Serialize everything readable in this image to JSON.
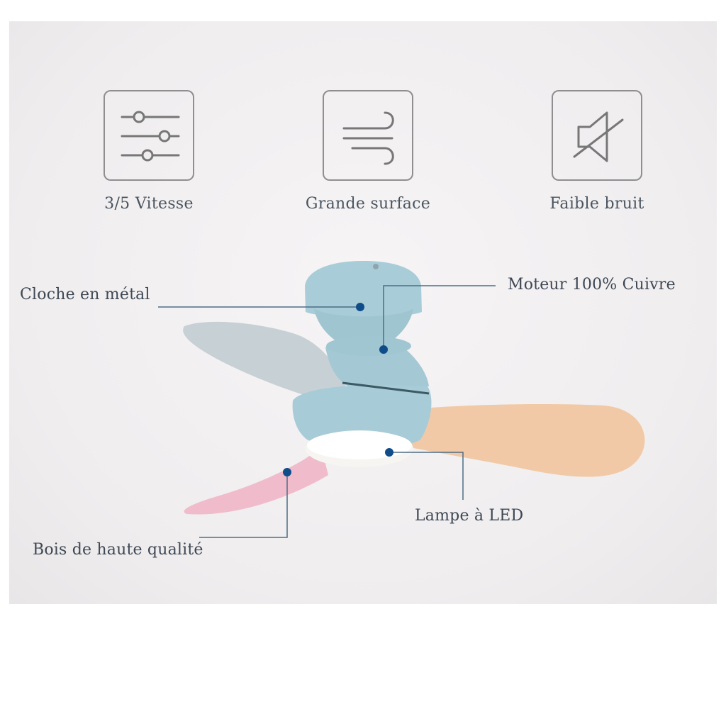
{
  "features": [
    {
      "icon": "sliders-icon",
      "label": "3/5 Vitesse"
    },
    {
      "icon": "wind-icon",
      "label": "Grande surface"
    },
    {
      "icon": "mute-speaker-icon",
      "label": "Faible bruit"
    }
  ],
  "callouts": {
    "bell": "Cloche en métal",
    "motor": "Moteur 100% Cuivre",
    "lamp": "Lampe à LED",
    "wood": "Bois de haute qualité"
  },
  "colors": {
    "fan_body": "#a9cdd8",
    "blade_gray": "#c4ced3",
    "blade_orange": "#f2c9a6",
    "blade_pink": "#f0bccb",
    "marker": "#0f4c8a",
    "leader_line": "#4e6d86"
  }
}
